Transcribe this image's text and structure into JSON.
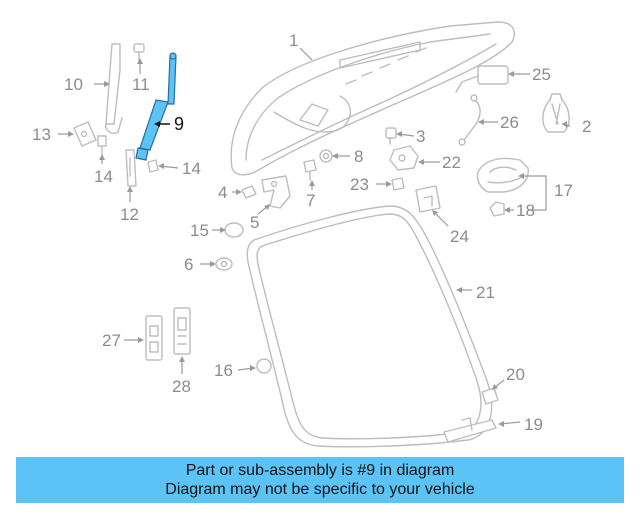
{
  "diagram": {
    "highlighted_part": "9",
    "callouts": {
      "c1": "1",
      "c2": "2",
      "c3": "3",
      "c4": "4",
      "c5": "5",
      "c6": "6",
      "c7": "7",
      "c8": "8",
      "c9": "9",
      "c10": "10",
      "c11": "11",
      "c12": "12",
      "c13": "13",
      "c14a": "14",
      "c14b": "14",
      "c15": "15",
      "c16": "16",
      "c17": "17",
      "c18": "18",
      "c19": "19",
      "c20": "20",
      "c21": "21",
      "c22": "22",
      "c23": "23",
      "c24": "24",
      "c25": "25",
      "c26": "26",
      "c27": "27",
      "c28": "28"
    },
    "colors": {
      "highlight": "#5bc3f5",
      "line": "#bdbdbd",
      "label": "#8c8c8c"
    }
  },
  "banner": {
    "line1": "Part or sub-assembly is #9 in diagram",
    "line2": "Diagram may not be specific to your vehicle"
  }
}
